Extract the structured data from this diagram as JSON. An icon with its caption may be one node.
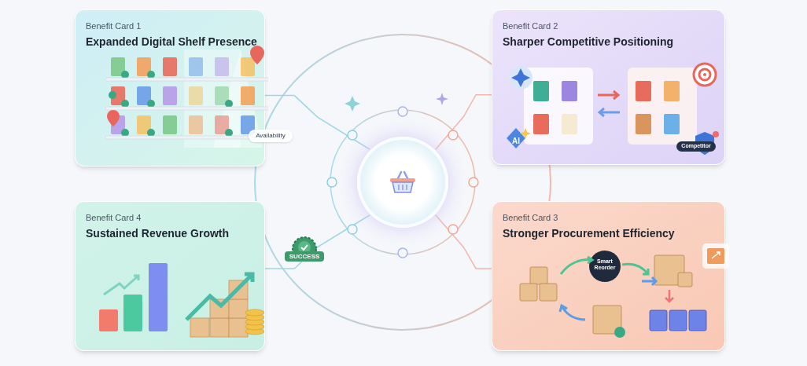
{
  "diagram": {
    "nodes": [
      {
        "text": [
          "Benefit Card 1",
          "Expanded Digital Shelf Presence"
        ]
      },
      {
        "text": [
          "Benefit Card 2",
          "Sharper Competitive Positioning"
        ]
      },
      {
        "text": [],
        "shape": "circle"
      },
      {
        "text": [
          "Benefit Card 4",
          "Sustained Revenue Growth"
        ]
      },
      {
        "text": [
          "Benefit Card 3",
          "Stronger Procurement Efficiency"
        ]
      }
    ],
    "edges": [
      {
        "from": 2,
        "to": 0,
        "arrow": "none",
        "color": "#9fd6e4"
      },
      {
        "from": 2,
        "to": 1,
        "arrow": "none",
        "color": "#f0b7aa"
      },
      {
        "from": 2,
        "to": 3,
        "arrow": "none",
        "color": "#9fd6e4"
      },
      {
        "from": 2,
        "to": 4,
        "arrow": "none",
        "color": "#f0b7aa"
      }
    ],
    "labels": [
      "Availability",
      "AI",
      "Competitor",
      "SUCCESS",
      "Smart Reorder"
    ]
  }
}
